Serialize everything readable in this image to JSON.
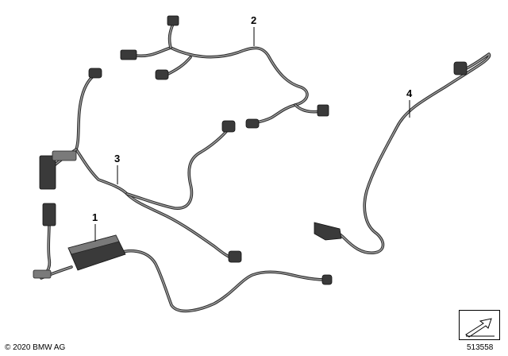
{
  "callouts": {
    "c1": "1",
    "c2": "2",
    "c3": "3",
    "c4": "4"
  },
  "footer": {
    "copyright": "© 2020 BMW AG",
    "diagram_id": "513558"
  },
  "colors": {
    "wire": "#2a2a2a",
    "wire_highlight": "#9a9a9a",
    "connector": "#3a3a3a"
  },
  "icons": {
    "stamp": "arrow-stamp-icon"
  }
}
